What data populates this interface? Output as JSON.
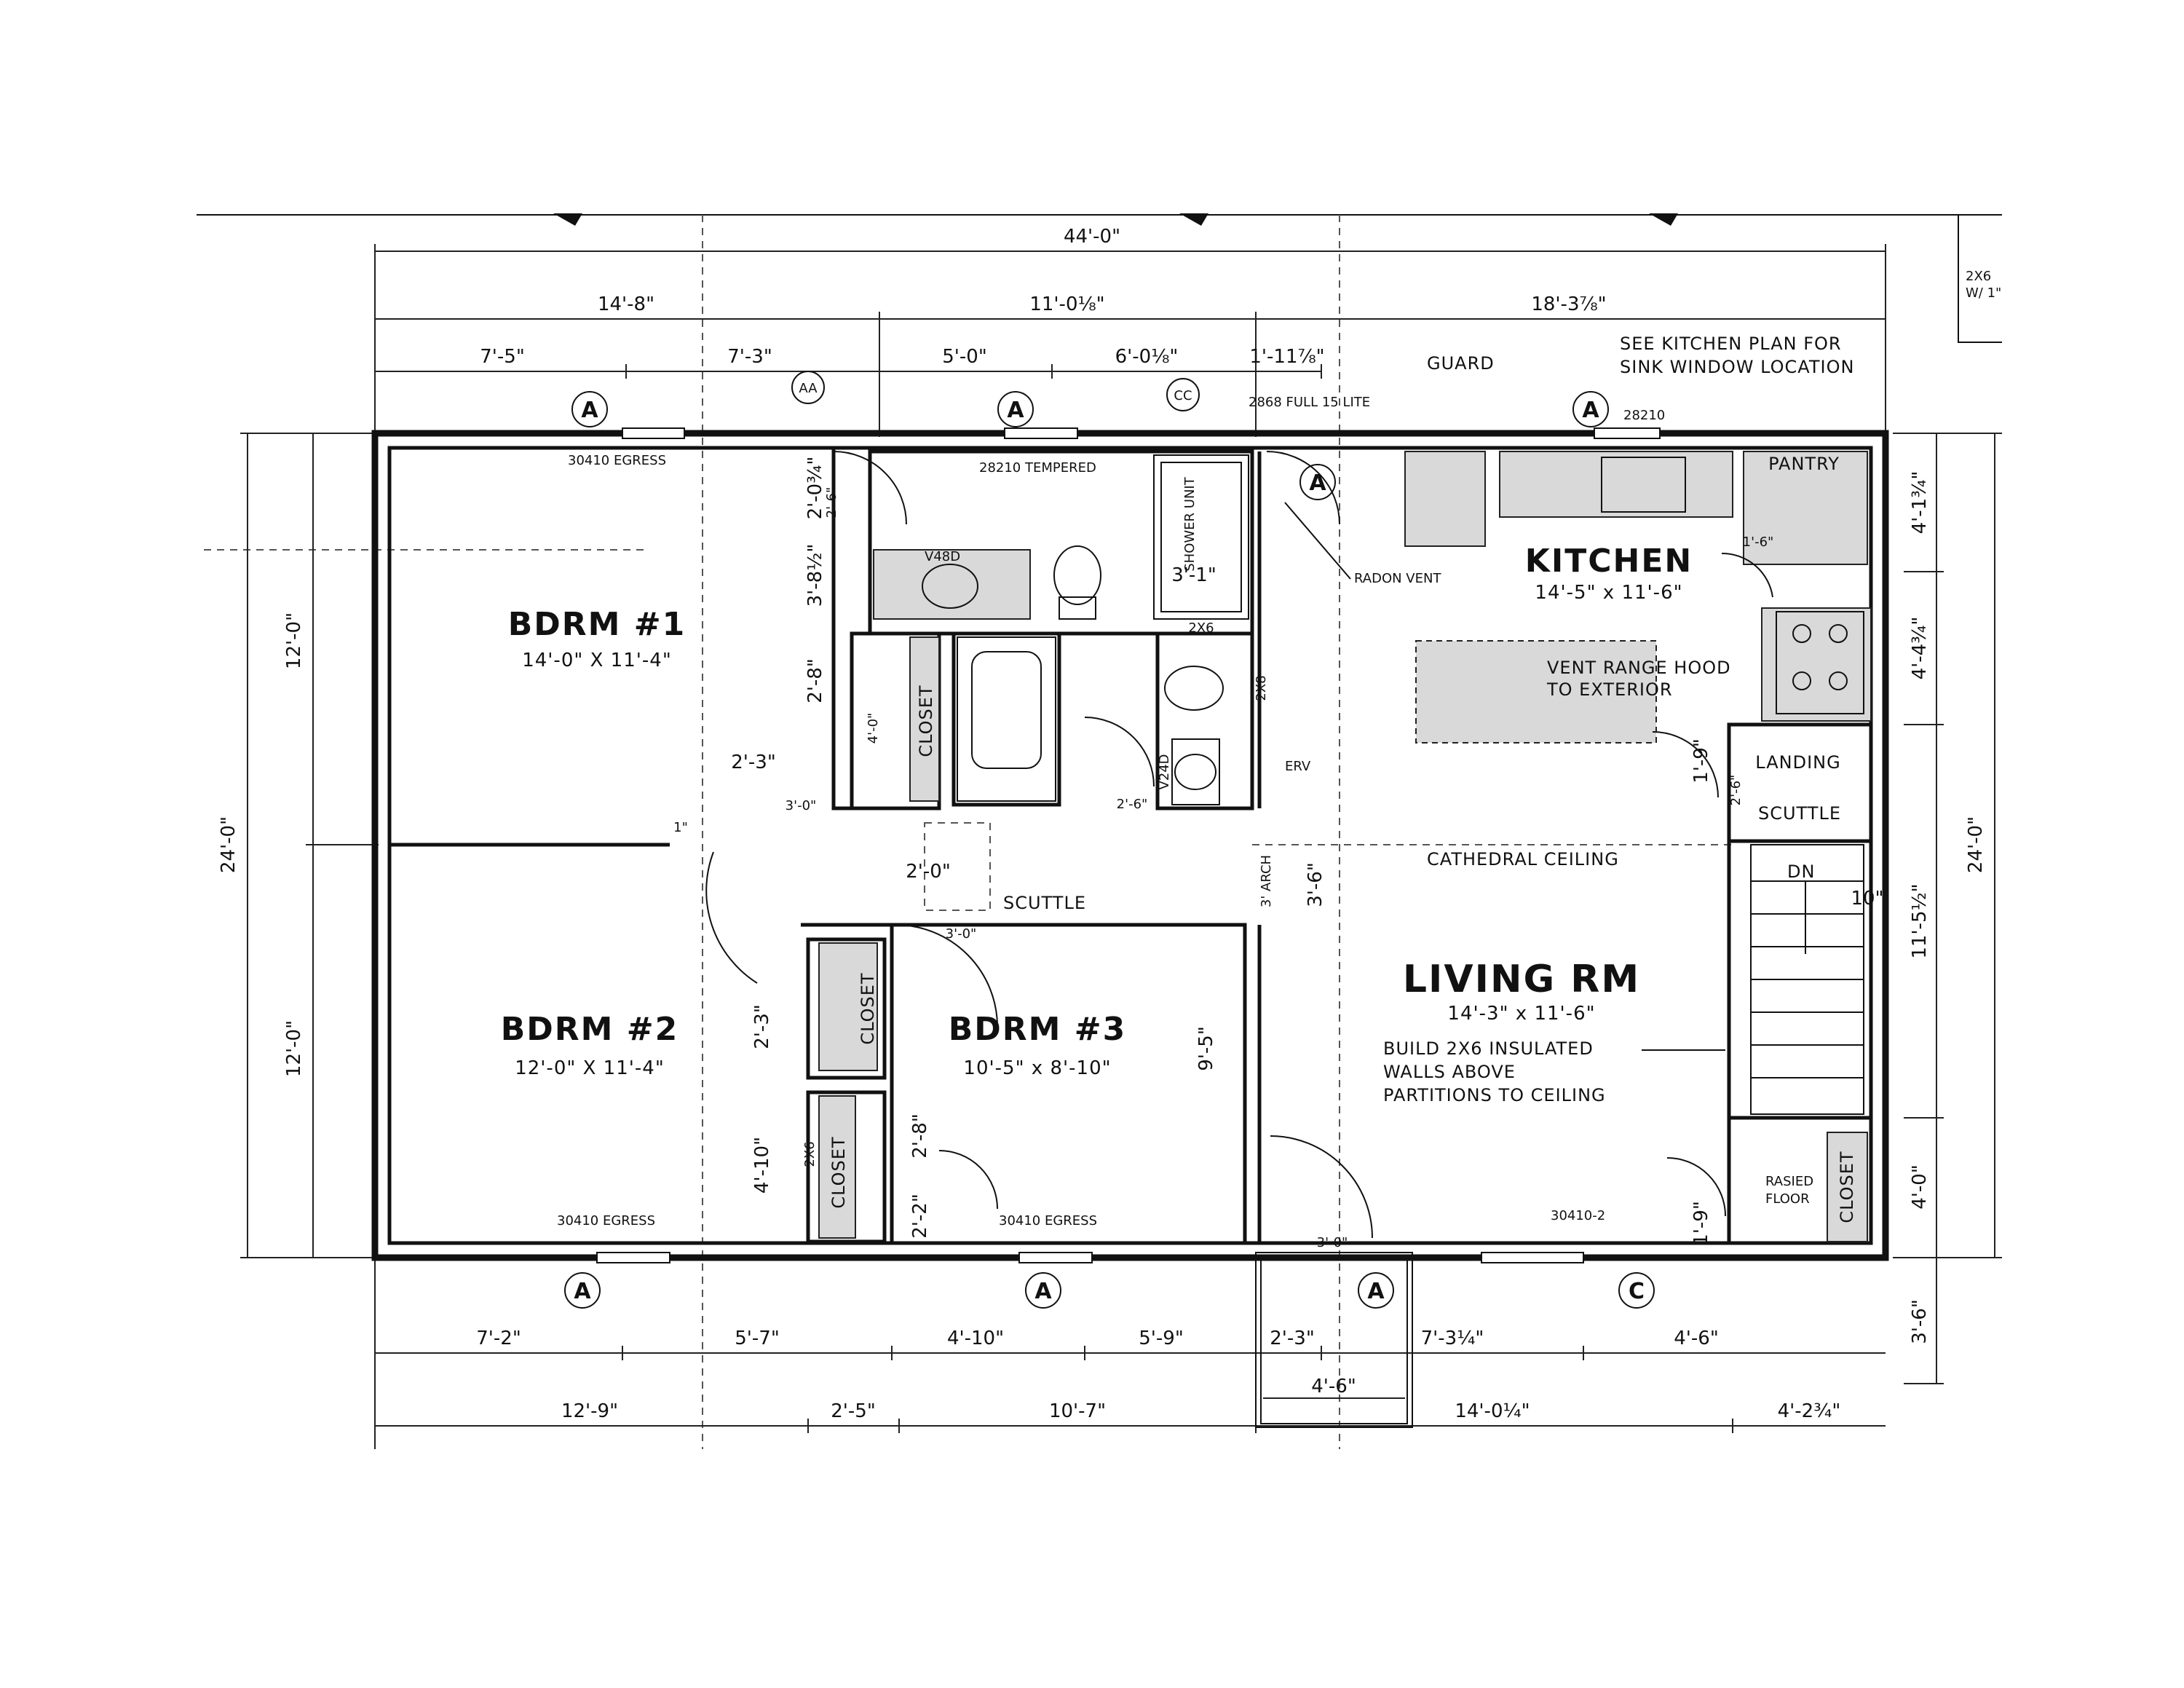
{
  "dims_top": {
    "overall": "44'-0\"",
    "row2": [
      "14'-8\"",
      "11'-0⅛\"",
      "18'-3⅞\""
    ],
    "row3": [
      "7'-5\"",
      "7'-3\"",
      "5'-0\"",
      "6'-0⅛\"",
      "1'-11⅞\""
    ]
  },
  "dims_bottom": {
    "row1": [
      "7'-2\"",
      "5'-7\"",
      "4'-10\"",
      "5'-9\"",
      "2'-3\"",
      "7'-3¼\"",
      "4'-6\""
    ],
    "row2": [
      "12'-9\"",
      "2'-5\"",
      "10'-7\"",
      "14'-0¼\"",
      "4'-2¾\""
    ],
    "porch": "4'-6\""
  },
  "dims_left": {
    "overall": "24'-0\"",
    "upper": "12'-0\"",
    "lower": "12'-0\""
  },
  "dims_right": {
    "overall": "24'-0\"",
    "segments": [
      "4'-1¾\"",
      "4'-4¾\"",
      "11'-5½\"",
      "4'-0\"",
      "3'-6\""
    ]
  },
  "rooms": {
    "bdrm1": {
      "name": "BDRM #1",
      "size": "14'-0\" X 11'-4\""
    },
    "bdrm2": {
      "name": "BDRM #2",
      "size": "12'-0\" X 11'-4\""
    },
    "bdrm3": {
      "name": "BDRM #3",
      "size": "10'-5\" x 8'-10\""
    },
    "kitchen": {
      "name": "KITCHEN",
      "size": "14'-5\" x 11'-6\""
    },
    "living": {
      "name": "LIVING RM",
      "size": "14'-3\" x 11'-6\""
    },
    "pantry": "PANTRY",
    "landing": "LANDING",
    "closet": "CLOSET"
  },
  "notes": {
    "guard": "GUARD",
    "kitchen_plan_1": "SEE KITCHEN PLAN FOR",
    "kitchen_plan_2": "SINK WINDOW LOCATION",
    "radon": "RADON VENT",
    "vent_1": "VENT RANGE HOOD",
    "vent_2": "TO EXTERIOR",
    "cathedral": "CATHEDRAL CEILING",
    "build_1": "BUILD 2X6 INSULATED",
    "build_2": "WALLS ABOVE",
    "build_3": "PARTITIONS TO CEILING",
    "scuttle": "SCUTTLE",
    "dn": "DN",
    "raised_1": "RASIED",
    "raised_2": "FLOOR",
    "erv": "ERV",
    "arch": "3' ARCH",
    "shower_unit": "SHOWER UNIT",
    "partial_1": "2X6",
    "partial_2": "W/ 1\""
  },
  "windows": {
    "w_bdrm1": "30410 EGRESS",
    "w_bath": "28210 TEMPERED",
    "w_door": "2868 FULL 15 LITE",
    "w_kitchen": "28210",
    "w_bdrm2": "30410 EGRESS",
    "w_bdrm3": "30410 EGRESS",
    "w_living": "30410-2"
  },
  "tags": {
    "a": "A",
    "aa": "AA",
    "cc": "CC",
    "c": "C"
  },
  "vanity": {
    "v48": "V48D",
    "v24": "V24D"
  },
  "interior_dims": {
    "d_2_0_3_4": "2'-0¾\"",
    "d_3_8_1_2": "3'-8½\"",
    "d_2_8_a": "2'-8\"",
    "d_4_0": "4'-0\"",
    "d_2_3_a": "2'-3\"",
    "d_3_0_a": "3'-0\"",
    "d_1": "1\"",
    "d_2_6_door": "2'-6\"",
    "d_2_0": "2'-0\"",
    "d_3_0_b": "3'-0\"",
    "d_3_1": "3'-1\"",
    "d_2x6_a": "2X6",
    "d_2x8": "2X8",
    "d_2_6_b": "2'-6\"",
    "d_3_6": "3'-6\"",
    "d_2_3_b": "2'-3\"",
    "d_4_10": "4'-10\"",
    "d_2x6_b": "2X6",
    "d_2_8_b": "2'-8\"",
    "d_2_2": "2'-2\"",
    "d_9_5": "9'-5\"",
    "d_3_0_c": "3'-0\"",
    "d_1_9_a": "1'-9\"",
    "d_1_9_b": "1'-9\"",
    "d_10": "10\"",
    "d_1_6": "1'-6\"",
    "d_2_6_c": "2'-6\""
  }
}
